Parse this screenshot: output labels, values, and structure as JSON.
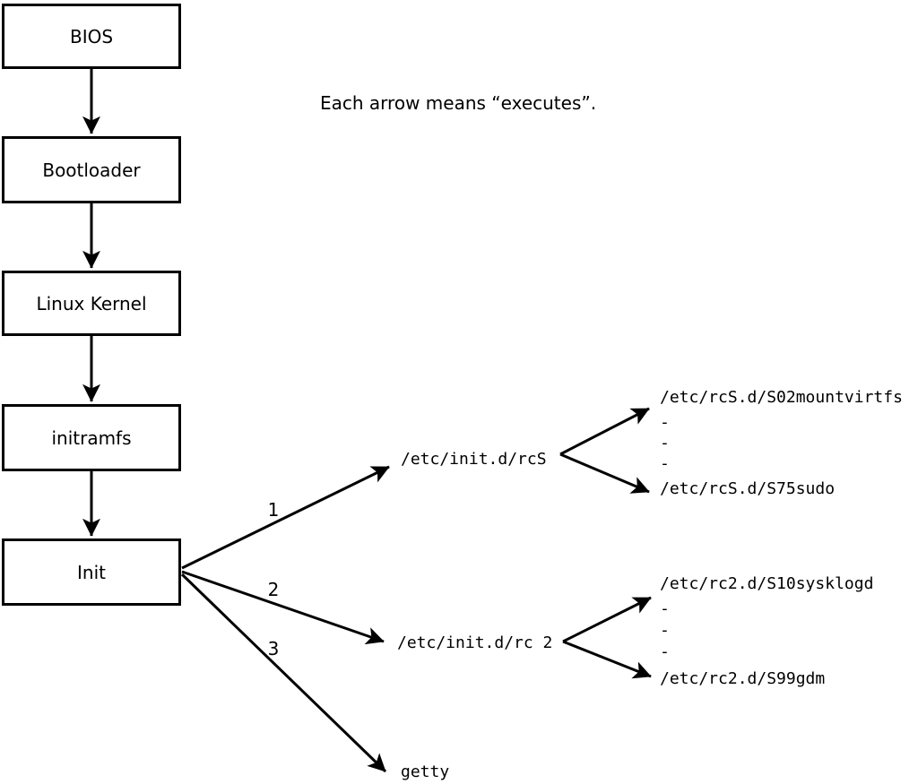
{
  "note": "Each arrow means “executes”.",
  "flow": {
    "boxes": [
      {
        "label": "BIOS"
      },
      {
        "label": "Bootloader"
      },
      {
        "label": "Linux Kernel"
      },
      {
        "label": "initramfs"
      },
      {
        "label": "Init"
      }
    ]
  },
  "branches": [
    {
      "number": "1",
      "target": "/etc/init.d/rcS"
    },
    {
      "number": "2",
      "target": "/etc/init.d/rc 2"
    },
    {
      "number": "3",
      "target": "getty"
    }
  ],
  "script_lists": {
    "rcS": {
      "first": "/etc/rcS.d/S02mountvirtfs",
      "ellipsis": [
        "-",
        "-",
        "-"
      ],
      "last": "/etc/rcS.d/S75sudo"
    },
    "rc2": {
      "first": "/etc/rc2.d/S10sysklogd",
      "ellipsis": [
        "-",
        "-",
        "-"
      ],
      "last": "/etc/rc2.d/S99gdm"
    }
  },
  "colors": {
    "ink": "#000000",
    "background": "#ffffff"
  }
}
